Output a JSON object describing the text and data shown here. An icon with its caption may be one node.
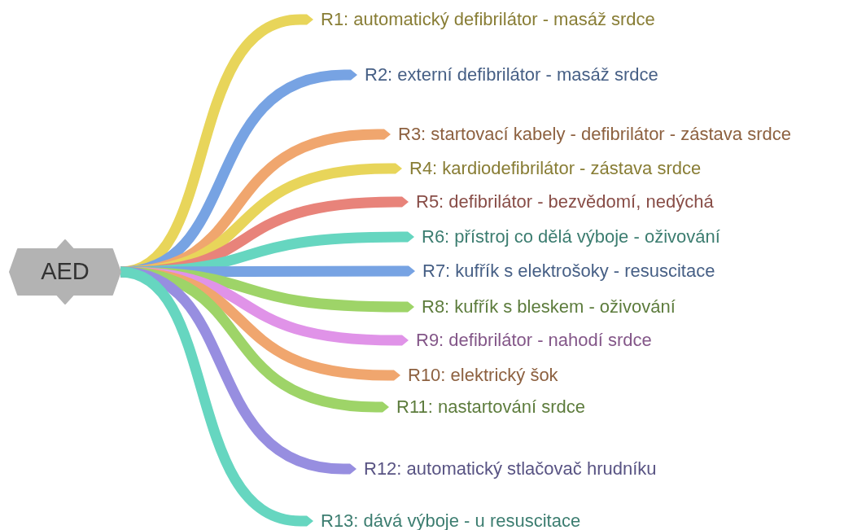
{
  "diagram": {
    "nodes": [
      {
        "text": [
          "AED"
        ]
      },
      {
        "text": [
          "R1: automatický defibrilátor - masáž srdce"
        ]
      },
      {
        "text": [
          "R2: externí defibrilátor - masáž srdce"
        ]
      },
      {
        "text": [
          "R3: startovací kabely - defibrilátor - zástava srdce"
        ]
      },
      {
        "text": [
          "R4: kardiodefibrilátor - zástava srdce"
        ]
      },
      {
        "text": [
          "R5: defibrilátor - bezvědomí, nedýchá"
        ]
      },
      {
        "text": [
          "R6: přístroj co dělá výboje - oživování"
        ]
      },
      {
        "text": [
          "R7: kufřík s elektrošoky - resuscitace"
        ]
      },
      {
        "text": [
          "R8: kufřík s bleskem - oživování"
        ]
      },
      {
        "text": [
          "R9: defibrilátor - nahodí srdce"
        ]
      },
      {
        "text": [
          "R10: elektrický šok"
        ]
      },
      {
        "text": [
          "R11: nastartování srdce"
        ]
      },
      {
        "text": [
          "R12: automatický stlačovač hrudníku"
        ]
      },
      {
        "text": [
          "R13: dává výboje - u resuscitace"
        ]
      }
    ],
    "edges": [
      {
        "from": 0,
        "to": 1,
        "arrow": "to",
        "color": "#e8d55a"
      },
      {
        "from": 0,
        "to": 2,
        "arrow": "to",
        "color": "#77a3e3"
      },
      {
        "from": 0,
        "to": 3,
        "arrow": "to",
        "color": "#f0a66e"
      },
      {
        "from": 0,
        "to": 4,
        "arrow": "to",
        "color": "#e8d55a"
      },
      {
        "from": 0,
        "to": 5,
        "arrow": "to",
        "color": "#e8837a"
      },
      {
        "from": 0,
        "to": 6,
        "arrow": "to",
        "color": "#66d6c0"
      },
      {
        "from": 0,
        "to": 7,
        "arrow": "to",
        "color": "#77a3e3"
      },
      {
        "from": 0,
        "to": 8,
        "arrow": "to",
        "color": "#9ed468"
      },
      {
        "from": 0,
        "to": 9,
        "arrow": "to",
        "color": "#e093e8"
      },
      {
        "from": 0,
        "to": 10,
        "arrow": "to",
        "color": "#f0a66e"
      },
      {
        "from": 0,
        "to": 11,
        "arrow": "to",
        "color": "#9ed468"
      },
      {
        "from": 0,
        "to": 12,
        "arrow": "to",
        "color": "#978ee0"
      },
      {
        "from": 0,
        "to": 13,
        "arrow": "to",
        "color": "#66d6c0"
      }
    ]
  }
}
